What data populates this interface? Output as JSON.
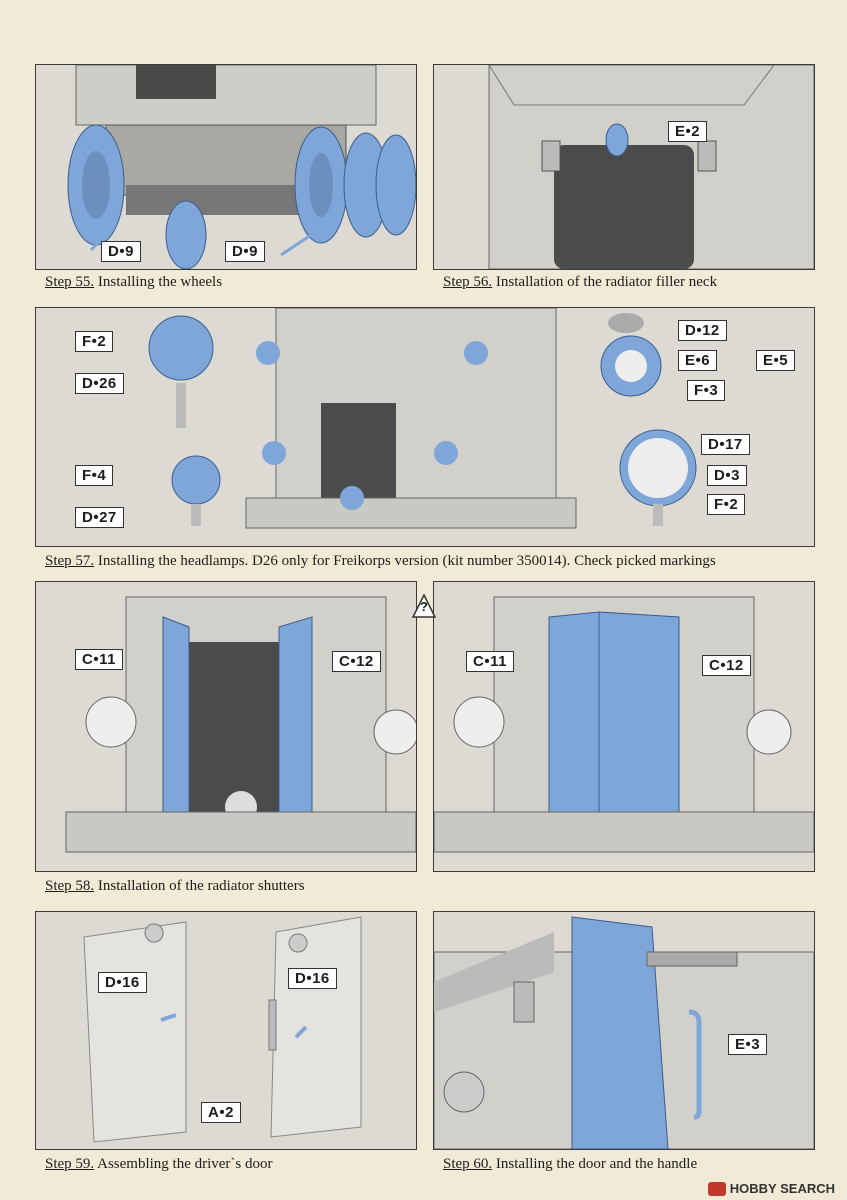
{
  "colors": {
    "part_blue": "#7fa6d9",
    "metal": "#c9c8c3",
    "background": "#f1ead6"
  },
  "steps": [
    {
      "number": "Step 55.",
      "text": "Installing the wheels",
      "labels": [
        "D•9",
        "D•9"
      ]
    },
    {
      "number": "Step 56.",
      "text": "Installation of the radiator filler neck",
      "labels": [
        "E•2"
      ]
    },
    {
      "number": "Step 57.",
      "text": "Installing the headlamps. D26 only for Freikorps version (kit number 350014). Check picked markings",
      "labels": [
        "F•2",
        "D•26",
        "F•4",
        "D•27",
        "D•12",
        "E•6",
        "E•5",
        "F•3",
        "D•17",
        "D•3",
        "F•2"
      ]
    },
    {
      "number": "Step 58.",
      "text": "Installation of the radiator shutters",
      "labels": [
        "C•11",
        "C•12",
        "C•11",
        "C•12"
      ],
      "warning": "?"
    },
    {
      "number": "Step 59.",
      "text": "Assembling the driver`s door",
      "labels": [
        "D•16",
        "D•16",
        "A•2"
      ]
    },
    {
      "number": "Step 60.",
      "text": "Installing the door and the handle",
      "labels": [
        "E•3"
      ]
    }
  ],
  "watermark": "HOBBY SEARCH"
}
